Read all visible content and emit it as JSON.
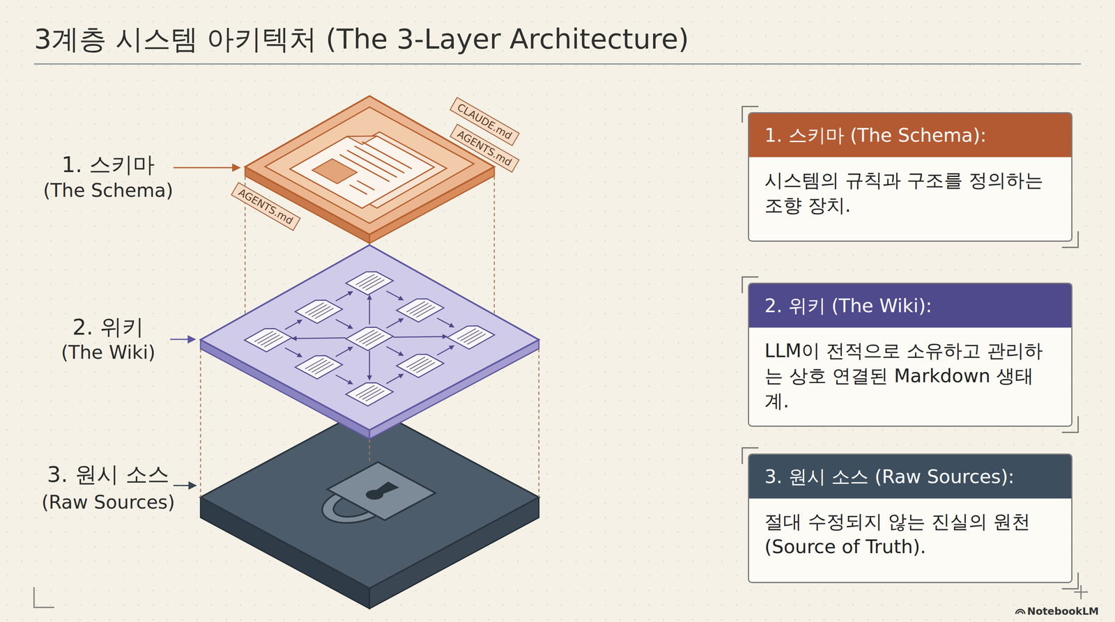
{
  "diagram": {
    "title": "3계층 시스템 아키텍처 (The 3-Layer Architecture)",
    "nodes": [
      {
        "text": [
          "1. 스키마 (The Schema):",
          "시스템의 규칙과 구조를 정의하는 조향 장치."
        ]
      },
      {
        "text": [
          "2. 위키 (The Wiki):",
          "LLM이 전적으로 소유하고 관리하는 상호 연결된 Markdown 생태계."
        ]
      },
      {
        "text": [
          "3. 원시 소스 (Raw Sources):",
          "절대 수정되지 않는 진실의 원천(Source of Truth)."
        ]
      }
    ],
    "labels": [
      "1. 스키마",
      "(The Schema)",
      "2. 위키",
      "(The Wiki)",
      "3. 원시 소스",
      "(Raw Sources)",
      "CLAUDE.md",
      "AGENTS.md",
      "AGENTS.md",
      "NotebookLM"
    ]
  }
}
